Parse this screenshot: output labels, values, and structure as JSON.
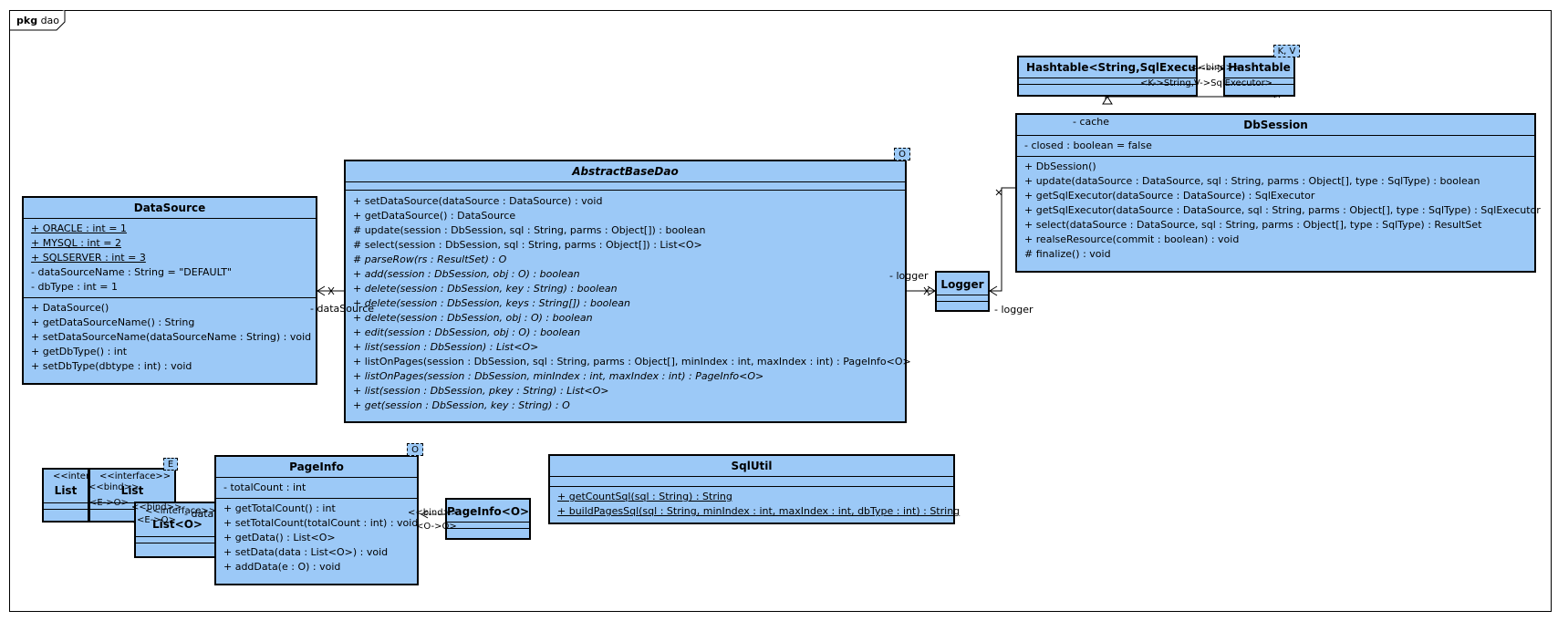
{
  "package": {
    "keyword": "pkg",
    "name": "dao"
  },
  "colors": {
    "class_fill": "#9cc9f7",
    "border": "#000000"
  },
  "classes": {
    "hashtable_sqlexec": {
      "name": "Hashtable<String,SqlExecutor>"
    },
    "hashtable": {
      "name": "Hashtable",
      "params": "K, V"
    },
    "dbsession": {
      "name": "DbSession",
      "attributes": [
        "- closed : boolean = false"
      ],
      "operations": [
        "+ DbSession()",
        "+ update(dataSource : DataSource, sql : String, parms : Object[], type : SqlType) : boolean",
        "+ getSqlExecutor(dataSource : DataSource) : SqlExecutor",
        "+ getSqlExecutor(dataSource : DataSource, sql : String, parms : Object[], type : SqlType) : SqlExecutor",
        "+ select(dataSource : DataSource, sql : String, parms : Object[], type : SqlType) : ResultSet",
        "+ realseResource(commit : boolean) : void",
        "# finalize() : void"
      ]
    },
    "abstractbasedao": {
      "name": "AbstractBaseDao",
      "params": "O",
      "operations": [
        "+ setDataSource(dataSource : DataSource) : void",
        "+ getDataSource() : DataSource",
        "# update(session : DbSession, sql : String, parms : Object[]) : boolean",
        "# select(session : DbSession, sql : String, parms : Object[]) : List<O>",
        "# parseRow(rs : ResultSet) : O",
        "+ add(session : DbSession, obj : O) : boolean",
        "+ delete(session : DbSession, key : String) : boolean",
        "+ delete(session : DbSession, keys : String[]) : boolean",
        "+ delete(session : DbSession, obj : O) : boolean",
        "+ edit(session : DbSession, obj : O) : boolean",
        "+ list(session : DbSession) : List<O>",
        "+ listOnPages(session : DbSession, sql : String, parms : Object[], minIndex : int, maxIndex : int) : PageInfo<O>",
        "+ listOnPages(session : DbSession, minIndex : int, maxIndex : int) : PageInfo<O>",
        "+ list(session : DbSession, pkey : String) : List<O>",
        "+ get(session : DbSession, key : String) : O"
      ]
    },
    "datasource": {
      "name": "DataSource",
      "attributes": [
        "+ ORACLE : int = 1",
        "+ MYSQL : int = 2",
        "+ SQLSERVER : int = 3",
        "- dataSourceName : String = \"DEFAULT\"",
        "- dbType : int = 1"
      ],
      "operations": [
        "+ DataSource()",
        "+ getDataSourceName() : String",
        "+ setDataSourceName(dataSourceName : String) : void",
        "+ getDbType() : int",
        "+ setDbType(dbtype : int) : void"
      ]
    },
    "logger": {
      "name": "Logger"
    },
    "pageinfo": {
      "name": "PageInfo",
      "params": "O",
      "attributes": [
        "- totalCount : int"
      ],
      "operations": [
        "+ getTotalCount() : int",
        "+ setTotalCount(totalCount : int) : void",
        "+ getData() : List<O>",
        "+ setData(data : List<O>) : void",
        "+ addData(e : O) : void"
      ]
    },
    "pageinfo_o": {
      "name": "PageInfo<O>"
    },
    "sqlutil": {
      "name": "SqlUtil",
      "operations": [
        "+ getCountSql(sql : String) : String",
        "+ buildPagesSql(sql : String, minIndex : int, maxIndex : int, dbType : int) : String"
      ]
    },
    "list_a": {
      "stereotype": "<<inter",
      "name": "List"
    },
    "list_b": {
      "stereotype": "<<interface>>",
      "name": "List",
      "params": "E"
    },
    "list_o": {
      "stereotype": "<<interface>>",
      "name": "List<O>"
    }
  },
  "labels": {
    "cache": "- cache",
    "bind1": "<<bind>>",
    "bind1_sub": "<K->String,V->SqlExecutor>",
    "logger_left": "- logger",
    "logger_right": "- logger",
    "datasource": "- dataSource",
    "bind_list_a": "<<bind>>",
    "bind_list_a_sub": "<E->O>",
    "bind_list_b": "<<bind>>",
    "bind_list_b_sub": "<E->O>",
    "data": "- data",
    "bind_pageinfo": "<<bind>>",
    "bind_pageinfo_sub": "<O->O>"
  }
}
